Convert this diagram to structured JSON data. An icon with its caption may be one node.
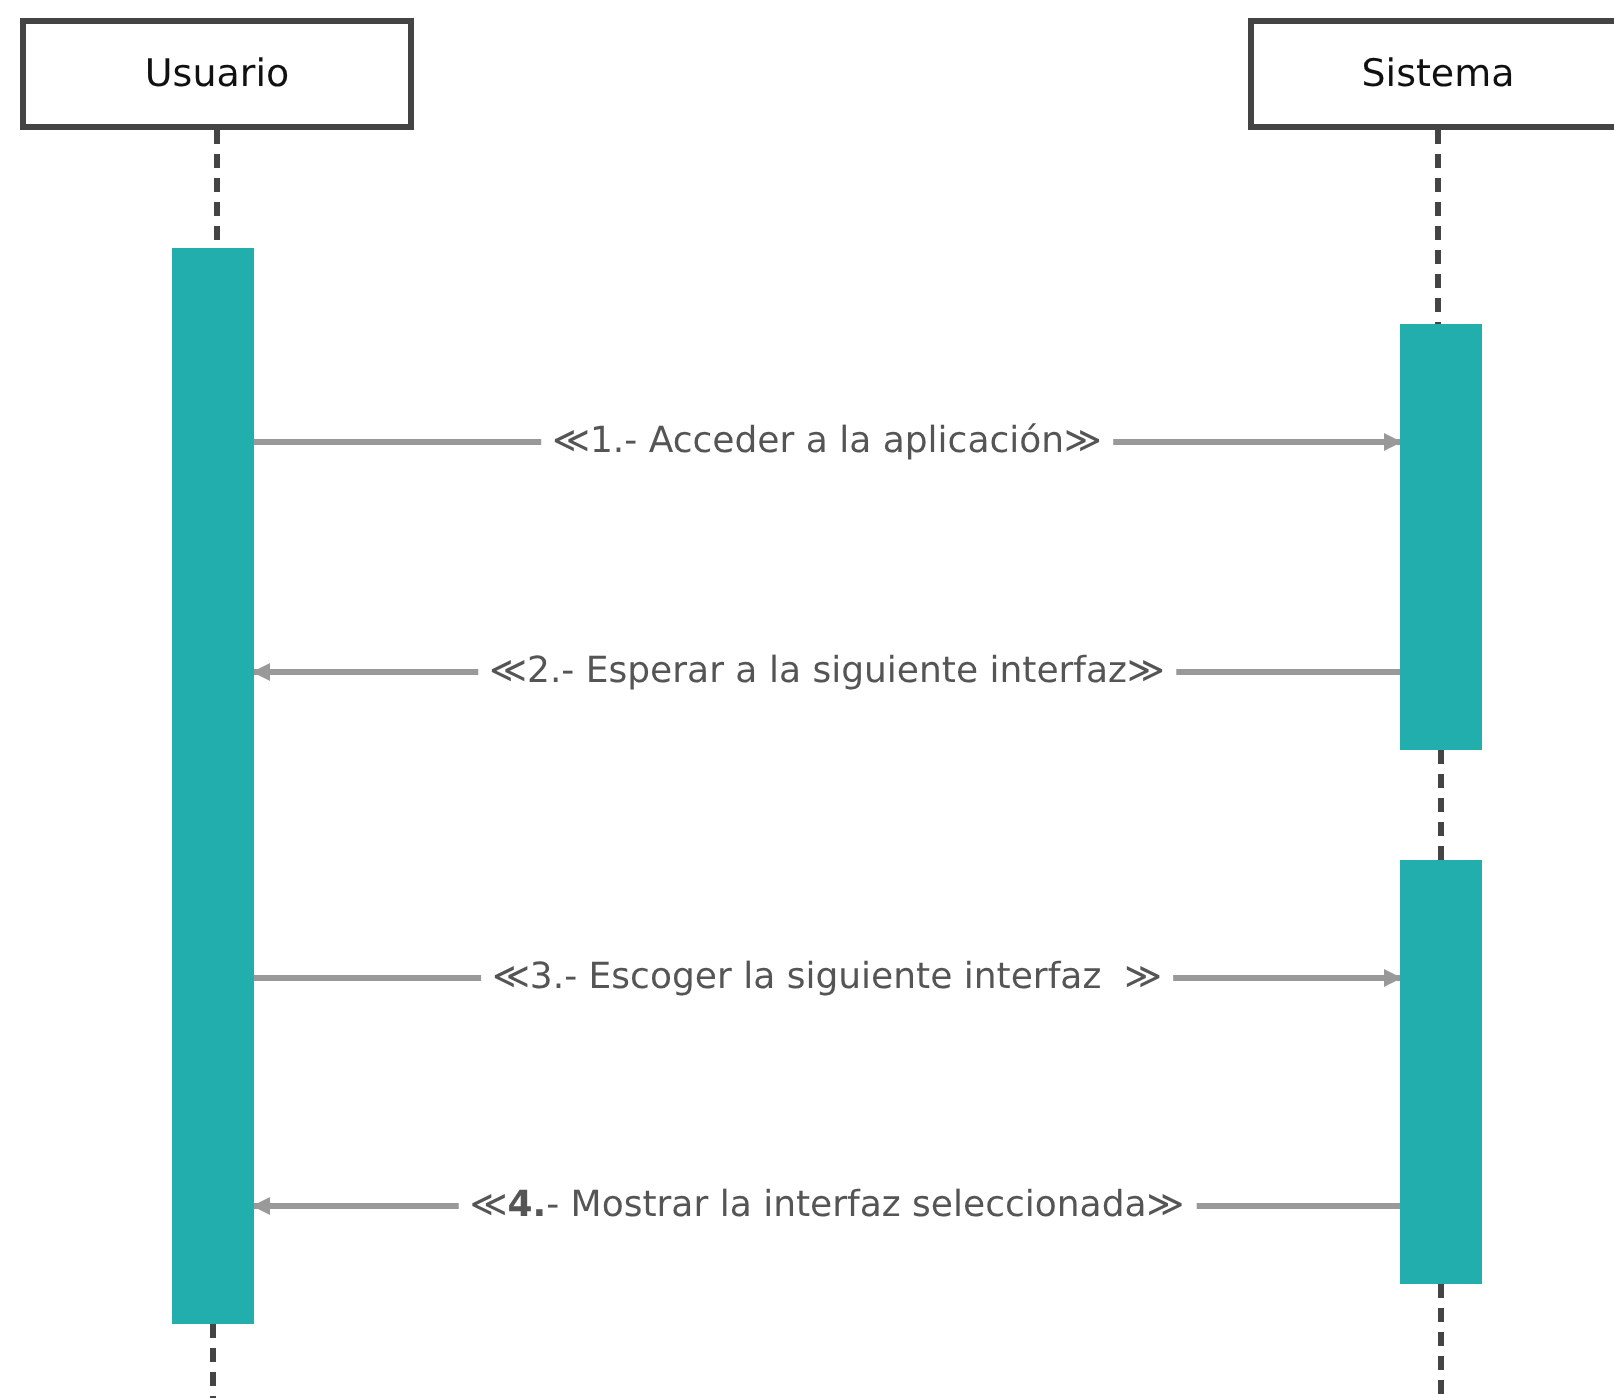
{
  "diagram": {
    "nodes": [
      {
        "text": [
          "Usuario"
        ]
      },
      {
        "text": [
          "Sistema"
        ]
      },
      {
        "text": [],
        "shape": "bar"
      },
      {
        "text": [],
        "shape": "bar"
      },
      {
        "text": [],
        "shape": "bar"
      }
    ],
    "edges": [
      {
        "from": 0,
        "to": 2,
        "arrow": "none",
        "style": "dashed",
        "color": "#444444"
      },
      {
        "from": 1,
        "to": 3,
        "arrow": "none",
        "style": "dashed",
        "color": "#444444"
      },
      {
        "from": 3,
        "to": 4,
        "arrow": "none",
        "style": "dashed",
        "color": "#444444"
      },
      {
        "from": 2,
        "to": 3,
        "arrow": "to",
        "label": "≪1.- Acceder a la aplicación≫"
      },
      {
        "from": 3,
        "to": 2,
        "arrow": "to",
        "label": "≪2.- Esperar a la siguiente interfaz≫"
      },
      {
        "from": 2,
        "to": 4,
        "arrow": "to",
        "label": "≪3.- Escoger la siguiente interfaz  ≫"
      },
      {
        "from": 4,
        "to": 2,
        "arrow": "to",
        "label": "≪**4.**- Mostrar la interfaz seleccionada≫"
      }
    ]
  }
}
